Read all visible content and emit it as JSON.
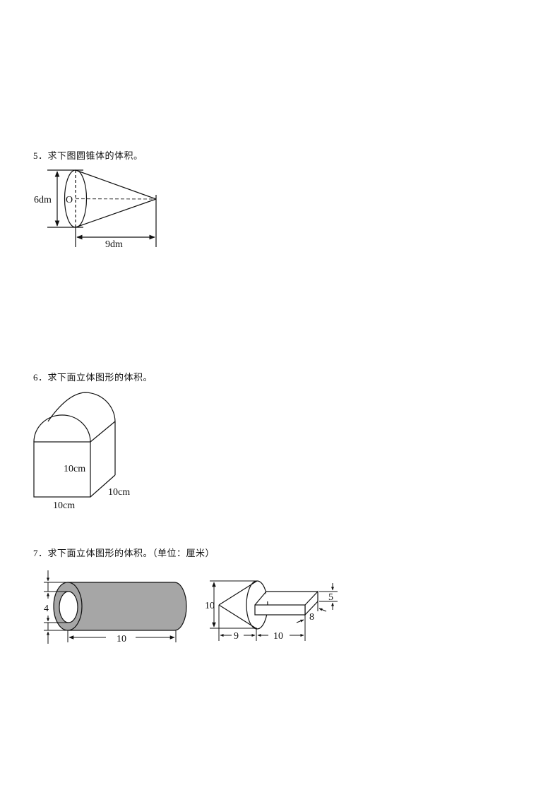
{
  "questions": [
    {
      "number": "5",
      "title": "5．求下图圆锥体的体积。",
      "figure": {
        "type": "cone",
        "labels": {
          "diameter": "6dm",
          "center": "O",
          "height": "9dm"
        }
      }
    },
    {
      "number": "6",
      "title": "6．求下面立体图形的体积。",
      "figure": {
        "type": "cube-with-half-cylinder",
        "labels": {
          "height": "10cm",
          "depth": "10cm",
          "width": "10cm"
        }
      }
    },
    {
      "number": "7",
      "title": "7．求下面立体图形的体积。（单位：厘米）",
      "figures": [
        {
          "type": "hollow-cylinder",
          "labels": {
            "inner_diameter": "4",
            "length": "10"
          }
        },
        {
          "type": "cone-cylinder-cuboid",
          "labels": {
            "diameter": "10",
            "cone_length": "9",
            "cuboid_length": "10",
            "cuboid_height": "5",
            "cuboid_width": "8"
          }
        }
      ]
    }
  ],
  "colors": {
    "ink": "#111111",
    "pipe_fill": "#a6a6a6",
    "dashed": "#555555"
  }
}
